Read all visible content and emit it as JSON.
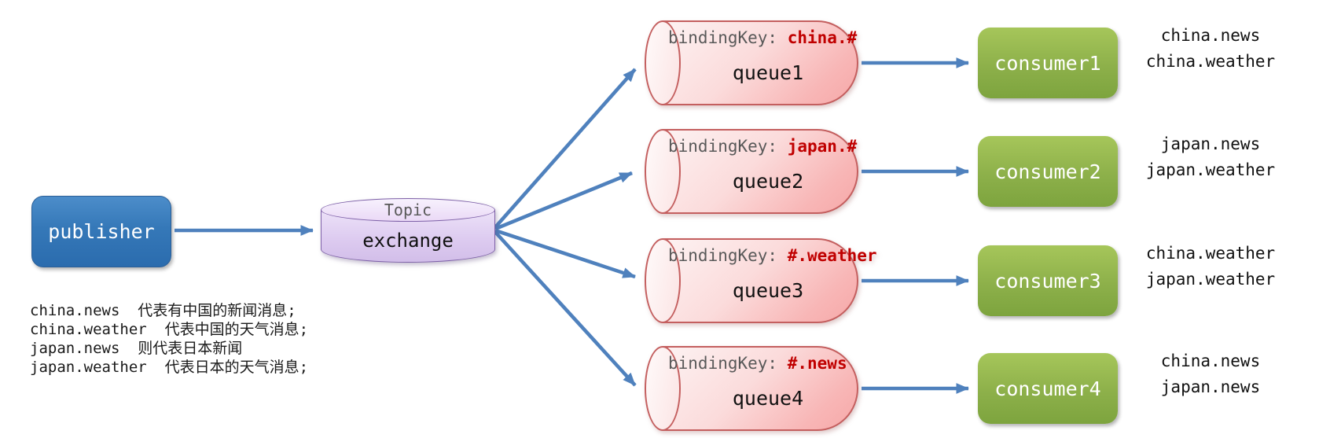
{
  "publisher": {
    "label": "publisher"
  },
  "exchange": {
    "type_label": "Topic",
    "label": "exchange"
  },
  "queues": [
    {
      "binding_key_label": "bindingKey:",
      "binding_key": "china.#",
      "name": "queue1"
    },
    {
      "binding_key_label": "bindingKey:",
      "binding_key": "japan.#",
      "name": "queue2"
    },
    {
      "binding_key_label": "bindingKey:",
      "binding_key": "#.weather",
      "name": "queue3"
    },
    {
      "binding_key_label": "bindingKey:",
      "binding_key": "#.news",
      "name": "queue4"
    }
  ],
  "consumers": [
    {
      "name": "consumer1",
      "receives": [
        "china.news",
        "china.weather"
      ]
    },
    {
      "name": "consumer2",
      "receives": [
        "japan.news",
        "japan.weather"
      ]
    },
    {
      "name": "consumer3",
      "receives": [
        "china.weather",
        "japan.weather"
      ]
    },
    {
      "name": "consumer4",
      "receives": [
        "china.news",
        "japan.news"
      ]
    }
  ],
  "notes": [
    "china.news  代表有中国的新闻消息;",
    "china.weather  代表中国的天气消息;",
    "japan.news  则代表日本新闻",
    "japan.weather  代表日本的天气消息;"
  ],
  "colors": {
    "publisher_blue": "#2e74b8",
    "exchange_purple": "#ddcbf0",
    "exchange_border": "#7e61a8",
    "queue_pink": "#f8b6b6",
    "queue_border": "#c45f5f",
    "consumer_green": "#8db04a",
    "arrow_blue": "#4f81bd",
    "binding_key_red": "#c00000",
    "label_gray": "#595959"
  }
}
